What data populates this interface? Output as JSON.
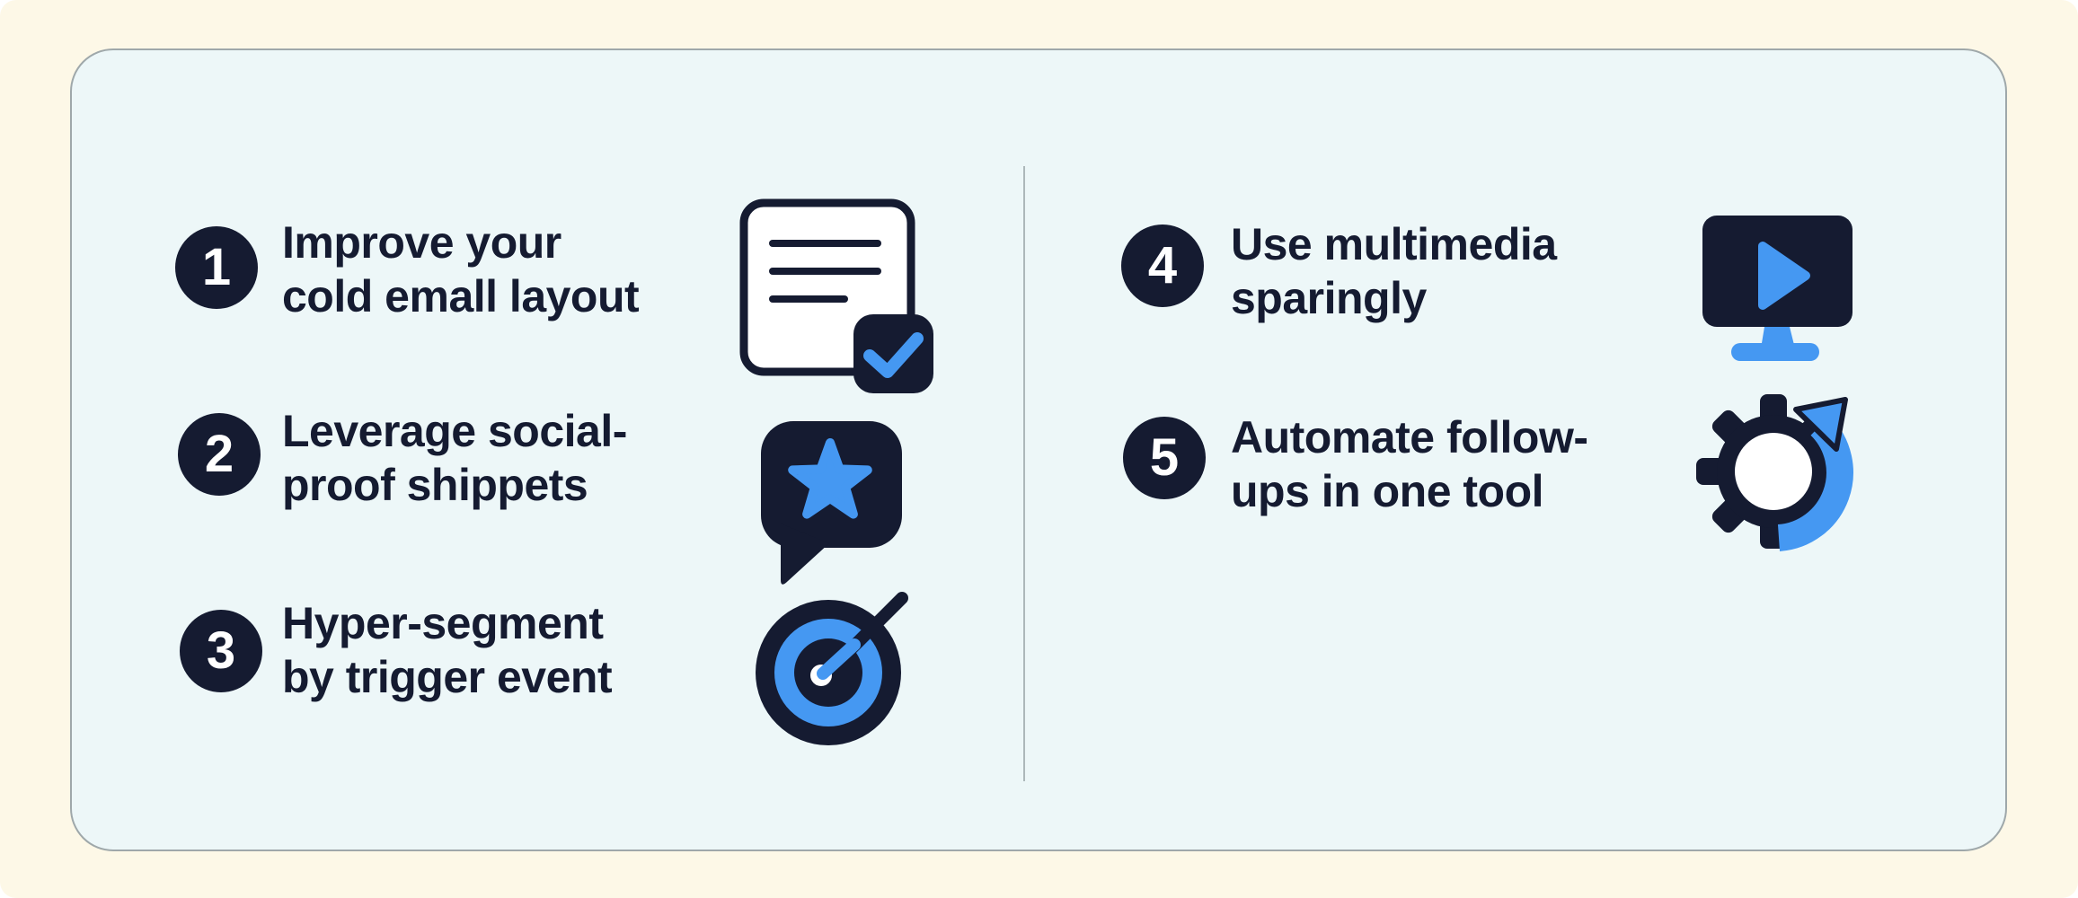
{
  "colors": {
    "page-bg": "#fdf8e7",
    "card-bg": "#edf7f8",
    "card-border": "#9fa8aa",
    "divider": "#adb8ba",
    "navy": "#151b31",
    "blue": "#4598f2",
    "icon-white": "#ffffff"
  },
  "items": [
    {
      "number": "1",
      "line1": "Improve your",
      "line2": "cold emall layout",
      "icon": "document-check-icon"
    },
    {
      "number": "2",
      "line1": "Leverage social-",
      "line2": "proof shippets",
      "icon": "speech-bubble-star-icon"
    },
    {
      "number": "3",
      "line1": "Hyper-segment",
      "line2": "by trigger event",
      "icon": "target-dart-icon"
    },
    {
      "number": "4",
      "line1": "Use multimedia",
      "line2": "sparingly",
      "icon": "monitor-play-icon"
    },
    {
      "number": "5",
      "line1": "Automate follow-",
      "line2": "ups in one tool",
      "icon": "gear-arrow-icon"
    }
  ]
}
